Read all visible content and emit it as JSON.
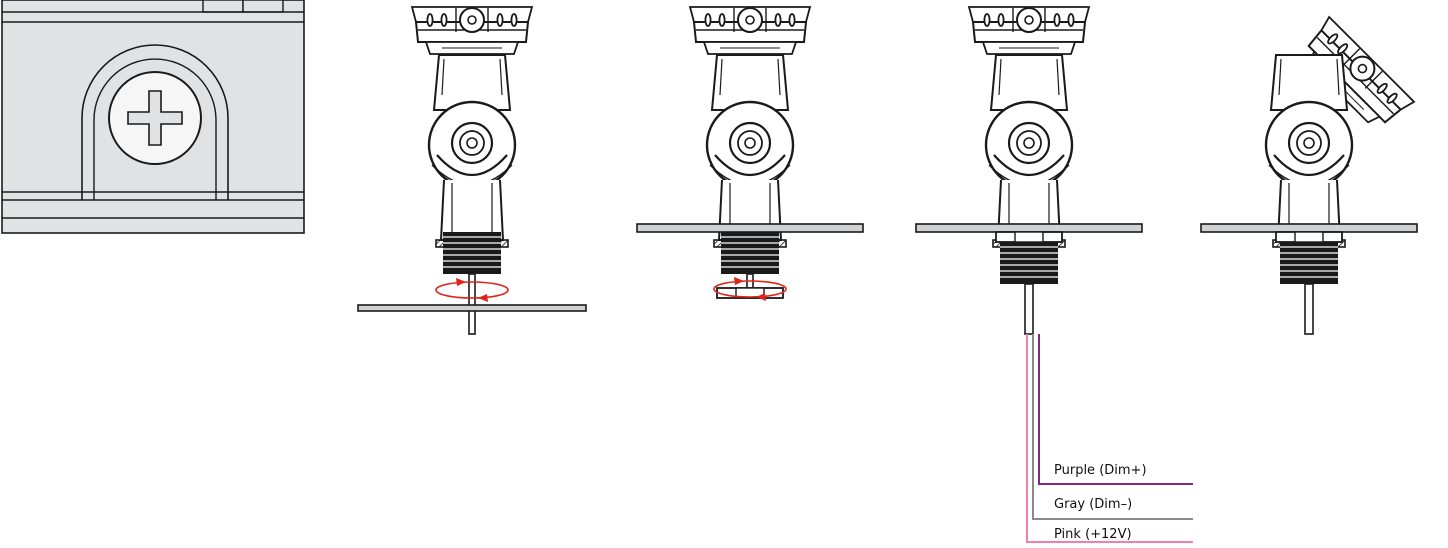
{
  "colors": {
    "outline": "#1a1a1a",
    "panel_gray": "#e1e2e4",
    "plate_gray": "#d0d1d3",
    "arrow_red": "#e2231a",
    "wire_purple": "#7d2a82",
    "wire_gray": "#8a8a8a",
    "wire_pink": "#ef7fae"
  },
  "steps": [
    {
      "id": "step-1-thread-nut"
    },
    {
      "id": "step-2-tighten-nut"
    },
    {
      "id": "step-3-route-wires"
    },
    {
      "id": "step-4-tilt-head"
    }
  ],
  "wires": [
    {
      "id": "purple",
      "label": "Purple (Dim+)",
      "color": "#7d2a82"
    },
    {
      "id": "gray",
      "label": "Gray (Dim–)",
      "color": "#8a8a8a"
    },
    {
      "id": "pink",
      "label": "Pink (+12V)",
      "color": "#ef7fae"
    }
  ]
}
